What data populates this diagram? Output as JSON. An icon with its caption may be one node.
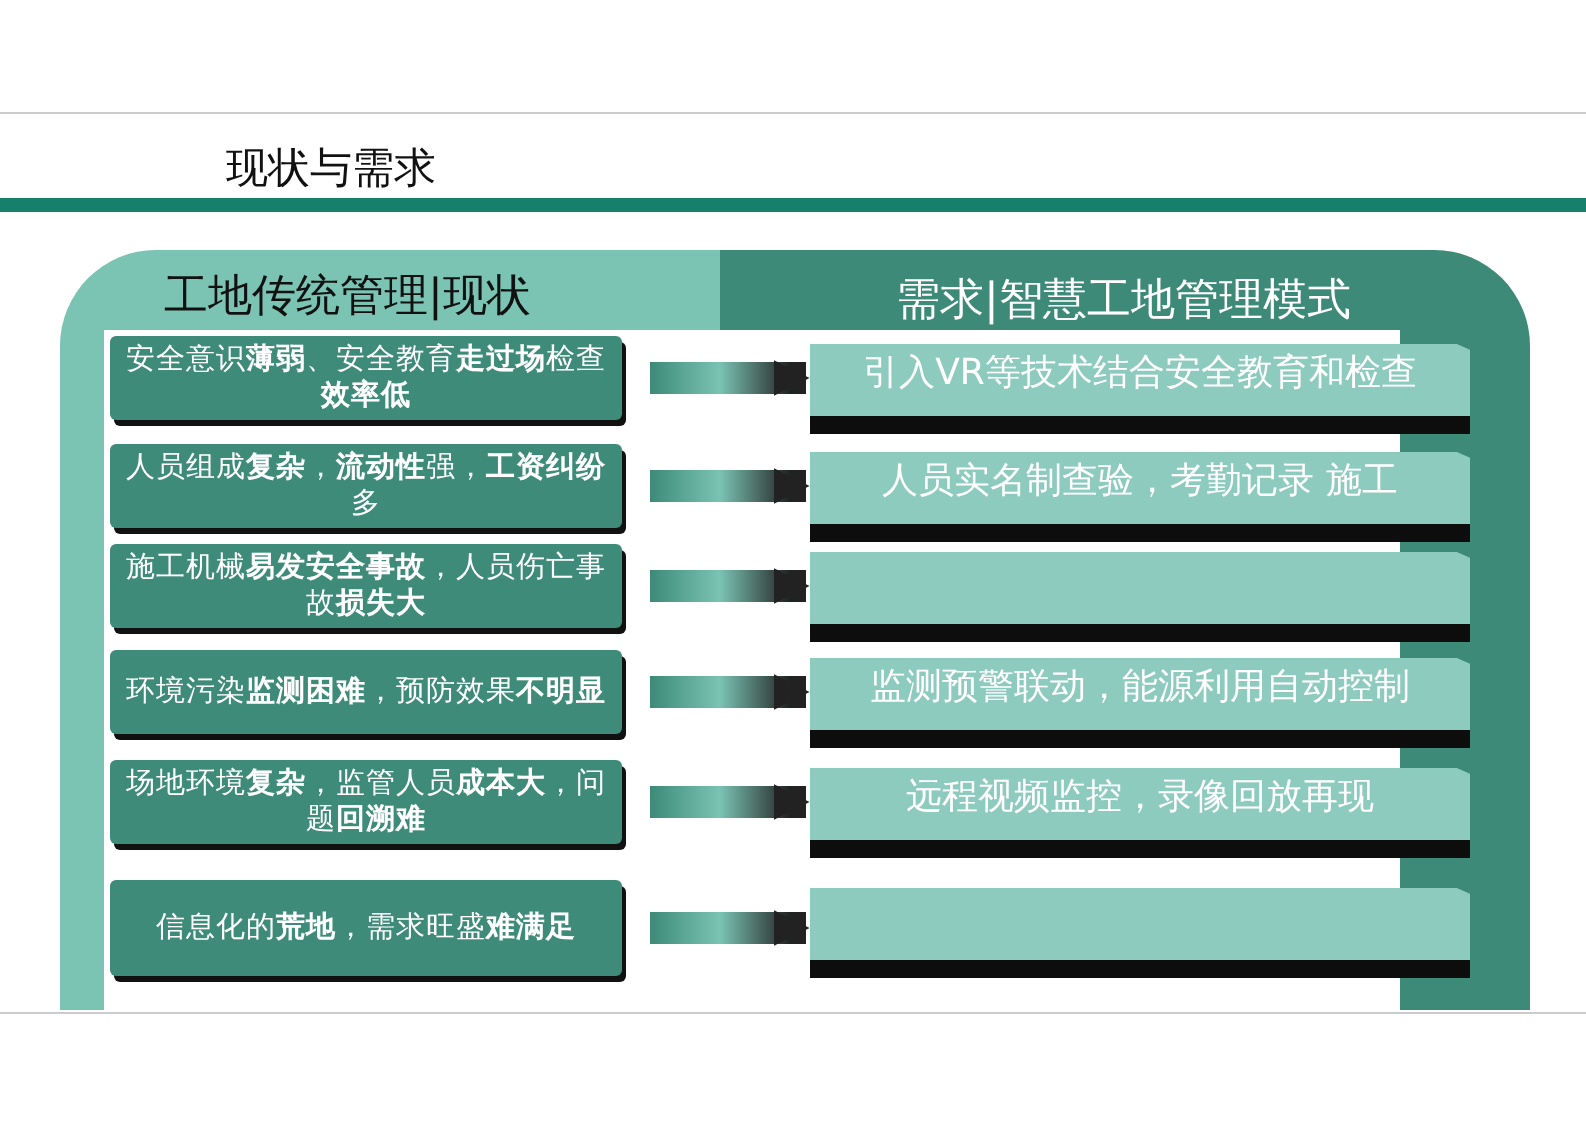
{
  "diagram": {
    "title": "现状与需求",
    "nodes": [
      {
        "text": [
          "工地传统管理|现状"
        ]
      },
      {
        "text": [
          "需求|智慧工地管理模式"
        ]
      },
      {
        "text": [
          "安全意识**薄弱**、安全教育**走过场**检查**效率低**"
        ],
        "in": 0
      },
      {
        "text": [
          "人员组成**复杂**，**流动性**强，**工资纠纷**多"
        ],
        "in": 0
      },
      {
        "text": [
          "施工机械**易发安全事故**，人员伤亡事故**损失大**"
        ],
        "in": 0
      },
      {
        "text": [
          "环境污染**监测困难**，预防效果**不明显**"
        ],
        "in": 0
      },
      {
        "text": [
          "场地环境**复杂**，监管人员**成本大**，问题**回溯难**"
        ],
        "in": 0
      },
      {
        "text": [
          "信息化的**荒地**，需求旺盛**难满足**"
        ],
        "in": 0
      },
      {
        "text": [
          "引入VR等技术结合安全教育和检查"
        ],
        "in": 1
      },
      {
        "text": [
          "人员实名制查验，考勤记录 施工"
        ],
        "in": 1
      },
      {
        "text": [],
        "shape": "box",
        "in": 1
      },
      {
        "text": [
          "监测预警联动，能源利用自动控制"
        ],
        "in": 1
      },
      {
        "text": [
          "远程视频监控，录像回放再现"
        ],
        "in": 1
      },
      {
        "text": [],
        "shape": "box",
        "in": 1
      }
    ],
    "edges": [
      {
        "from": 2,
        "to": 8,
        "arrow": "to"
      },
      {
        "from": 3,
        "to": 9,
        "arrow": "to"
      },
      {
        "from": 4,
        "to": 10,
        "arrow": "to"
      },
      {
        "from": 5,
        "to": 11,
        "arrow": "to"
      },
      {
        "from": 6,
        "to": 12,
        "arrow": "to"
      },
      {
        "from": 7,
        "to": 13,
        "arrow": "to"
      }
    ]
  }
}
